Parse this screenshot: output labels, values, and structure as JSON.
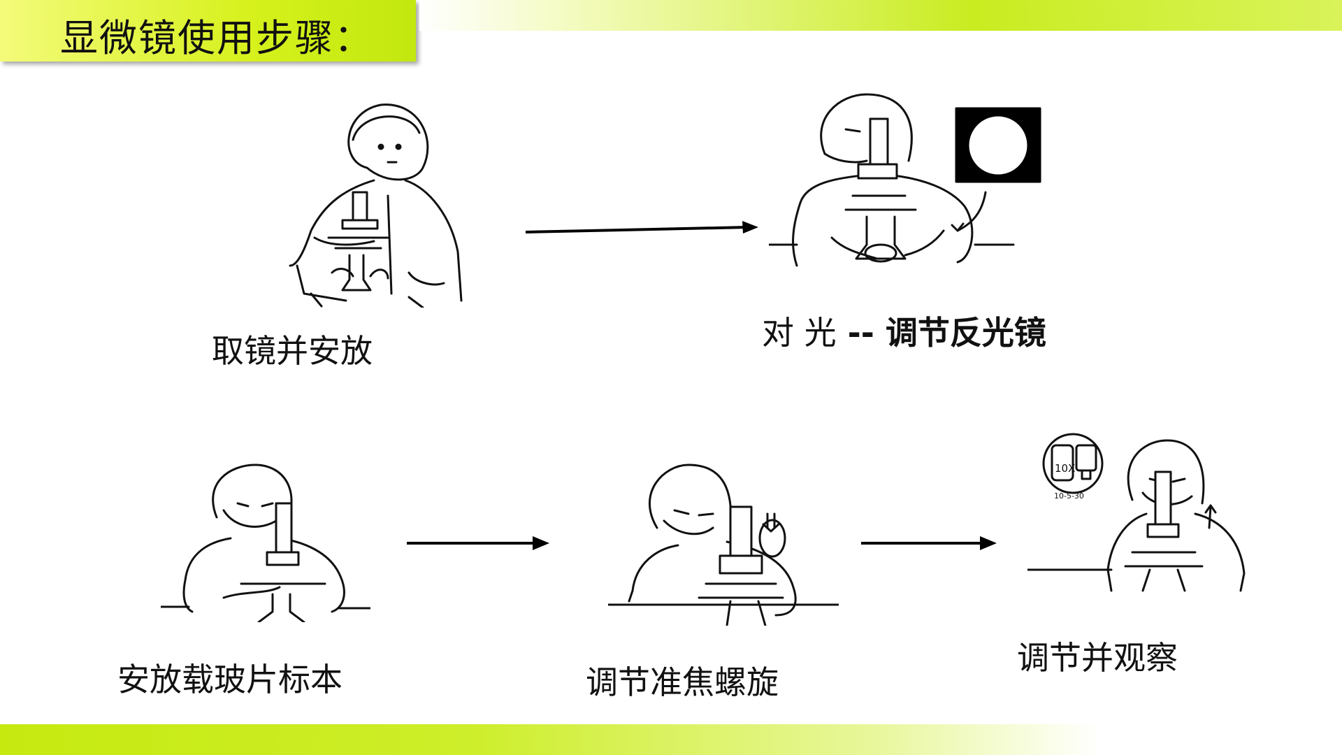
{
  "title": "显微镜使用步骤：",
  "steps": [
    {
      "label": "取镜并安放"
    },
    {
      "label_prefix": "对  光",
      "label_sep": " -- ",
      "label_bold": "调节反光镜"
    },
    {
      "label": "安放载玻片标本"
    },
    {
      "label": "调节准焦螺旋"
    },
    {
      "label": "调节并观察"
    }
  ],
  "lens_labels": {
    "left": "10X",
    "bottom": "10-5-30"
  },
  "colors": {
    "accent": "#c9ec20",
    "accent_light": "#f4fb7a",
    "ink": "#111111"
  }
}
